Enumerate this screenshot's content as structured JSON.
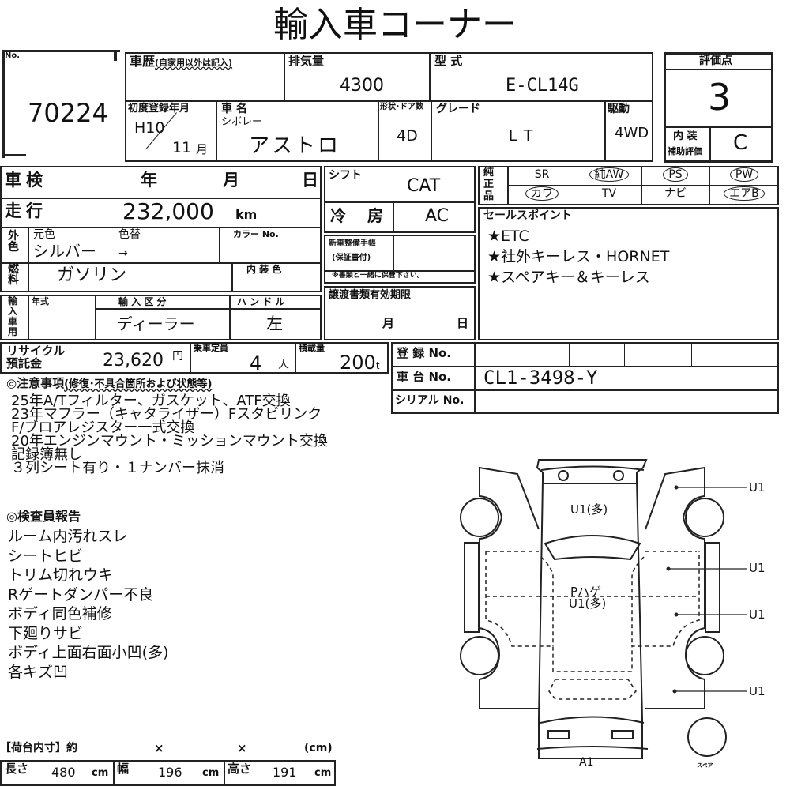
{
  "title": "輸入車コーナー",
  "lot": {
    "label": "No.",
    "value": "70224"
  },
  "history": {
    "label": "車歴",
    "note": "(自家用以外は記入)"
  },
  "displacement": {
    "label": "排気量",
    "value": "4300"
  },
  "model": {
    "label": "型 式",
    "value": "E-CL14G"
  },
  "first_reg": {
    "label": "初度登録年月",
    "era_year": "H10",
    "month": "11",
    "month_unit": "月"
  },
  "car_name": {
    "label": "車 名",
    "maker": "シボレー",
    "name": "アストロ"
  },
  "doors": {
    "label": "形状･ドア数",
    "value": "4D"
  },
  "grade": {
    "label": "グレード",
    "value": "ＬＴ"
  },
  "drive": {
    "label": "駆動",
    "value": "4WD"
  },
  "score": {
    "label": "評価点",
    "value": "3",
    "interior_label": "内 装",
    "interior_sub": "補助評価",
    "interior_value": "C"
  },
  "inspection": {
    "label": "車検",
    "year": "年",
    "month": "月",
    "day": "日"
  },
  "mileage": {
    "label": "走行",
    "value": "232,000",
    "unit": "km"
  },
  "exterior": {
    "label": "外色",
    "orig_label": "元色",
    "change_label": "色替",
    "value": "シルバー",
    "arrow": "→",
    "color_no_label": "カラー No."
  },
  "fuel": {
    "label": "燃料",
    "value": "ガソリン",
    "interior_color_label": "内 装 色"
  },
  "import": {
    "label": "輸入車用",
    "year_label": "年式",
    "type_label": "輸 入 区 分",
    "type_value": "ディーラー",
    "handle_label": "ハ ン ド ル",
    "handle_value": "左"
  },
  "shift": {
    "label": "シフト",
    "value": "CAT"
  },
  "ac": {
    "label": "冷 房",
    "value": "AC"
  },
  "service_book": {
    "label": "新車整備手帳",
    "sub": "(保証書付)",
    "note": "※書類と一緒に保管下さい。"
  },
  "transfer": {
    "label": "譲渡書類有効期限",
    "month": "月",
    "day": "日"
  },
  "options": {
    "label": "純正品",
    "items": [
      {
        "label": "SR",
        "circled": false
      },
      {
        "label": "純AW",
        "circled": true
      },
      {
        "label": "PS",
        "circled": true
      },
      {
        "label": "PW",
        "circled": true
      },
      {
        "label": "カワ",
        "circled": true
      },
      {
        "label": "TV",
        "circled": false
      },
      {
        "label": "ナビ",
        "circled": false
      },
      {
        "label": "エアB",
        "circled": true
      }
    ]
  },
  "sales_points": {
    "label": "セールスポイント",
    "items": [
      "★ETC",
      "★社外キーレス・HORNET",
      "★スペアキー＆キーレス"
    ]
  },
  "recycle": {
    "label": "リサイクル預託金",
    "value": "23,620",
    "unit": "円"
  },
  "capacity": {
    "label": "乗車定員",
    "value": "4",
    "unit": "人"
  },
  "load": {
    "label": "積載量",
    "value": "200",
    "unit": "t"
  },
  "registration": {
    "reg_label": "登 録 No.",
    "chassis_label": "車 台 No.",
    "chassis_value": "CL1-3498-Y",
    "serial_label": "シリアル No."
  },
  "notes": {
    "label": "◎注意事項",
    "sub": "(修復･不具合箇所および状態等)",
    "lines": [
      "25年A/Tフィルター、ガスケット、ATF交換",
      "23年マフラー（キャタライザー）Fスタビリンク",
      "F/ブロアレジスター一式交換",
      "20年エンジンマウント・ミッションマウント交換",
      "記録簿無し",
      "３列シート有り・１ナンバー抹消"
    ]
  },
  "inspector": {
    "label": "◎検査員報告",
    "lines": [
      "ルーム内汚れスレ",
      "シートヒビ",
      "トリム切れウキ",
      "Rゲートダンパー不良",
      "ボディ同色補修",
      "下廻りサビ",
      "ボディ上面右面小凹(多)",
      "各キズ凹"
    ]
  },
  "cargo": {
    "label": "【荷台内寸】約",
    "x": "×",
    "x2": "×",
    "unit_label": "(cm)",
    "length_label": "長さ",
    "length": "480",
    "width_label": "幅",
    "width": "196",
    "height_label": "高さ",
    "height": "191",
    "unit": "cm"
  },
  "diagram": {
    "rear_label": "U1(多)",
    "roof_label1": "Pハゲ",
    "roof_label2": "U1(多)",
    "right_labels": [
      "U1",
      "U1",
      "U1",
      "U1"
    ],
    "front_label": "A1",
    "spare_label": "スペア"
  }
}
